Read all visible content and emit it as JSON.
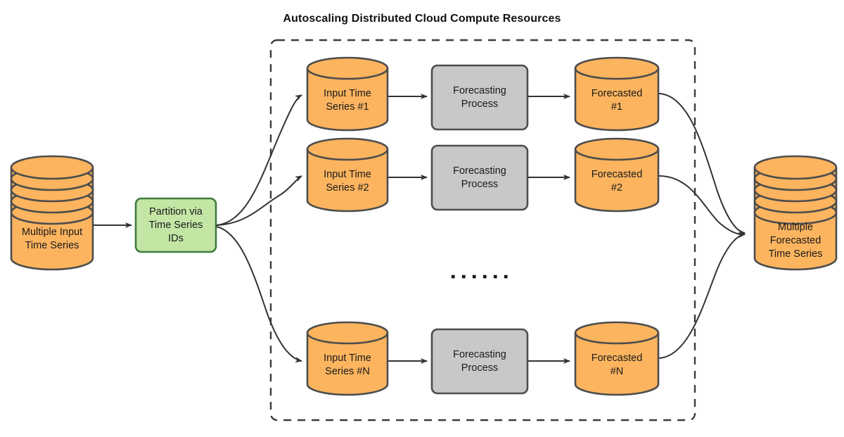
{
  "diagram": {
    "title": "Autoscaling Distributed Cloud Compute Resources",
    "boundary_label": "autoscaling-cloud-boundary",
    "ellipsis": "▪ ▪ ▪ ▪ ▪ ▪",
    "colors": {
      "cylinder_fill": "#fcb45f",
      "cylinder_stroke": "#4d4d4d",
      "process_fill": "#c8c8c8",
      "process_stroke": "#4d4d4d",
      "partition_fill": "#c3e6a5",
      "partition_stroke": "#3f7a3f",
      "edge": "#333333",
      "boundary_dash": "#3b3b3b",
      "text": "#1a1a1a",
      "background": "#ffffff"
    },
    "nodes": {
      "input_store": {
        "label": "Multiple Input\nTime Series",
        "type": "multi-cylinder",
        "layers": 5
      },
      "partition": {
        "label": "Partition via\nTime Series\nIDs",
        "type": "process-box"
      },
      "output_store": {
        "label": "Multiple\nForecasted\nTime Series",
        "type": "multi-cylinder",
        "layers": 5
      }
    },
    "rows": [
      {
        "id": "row-1",
        "input_label": "Input Time\nSeries #1",
        "process_label": "Forecasting\nProcess",
        "output_label": "Forecasted\n#1"
      },
      {
        "id": "row-2",
        "input_label": "Input Time\nSeries #2",
        "process_label": "Forecasting\nProcess",
        "output_label": "Forecasted\n#2"
      },
      {
        "id": "row-n",
        "input_label": "Input Time\nSeries #N",
        "process_label": "Forecasting\nProcess",
        "output_label": "Forecasted\n#N"
      }
    ]
  }
}
